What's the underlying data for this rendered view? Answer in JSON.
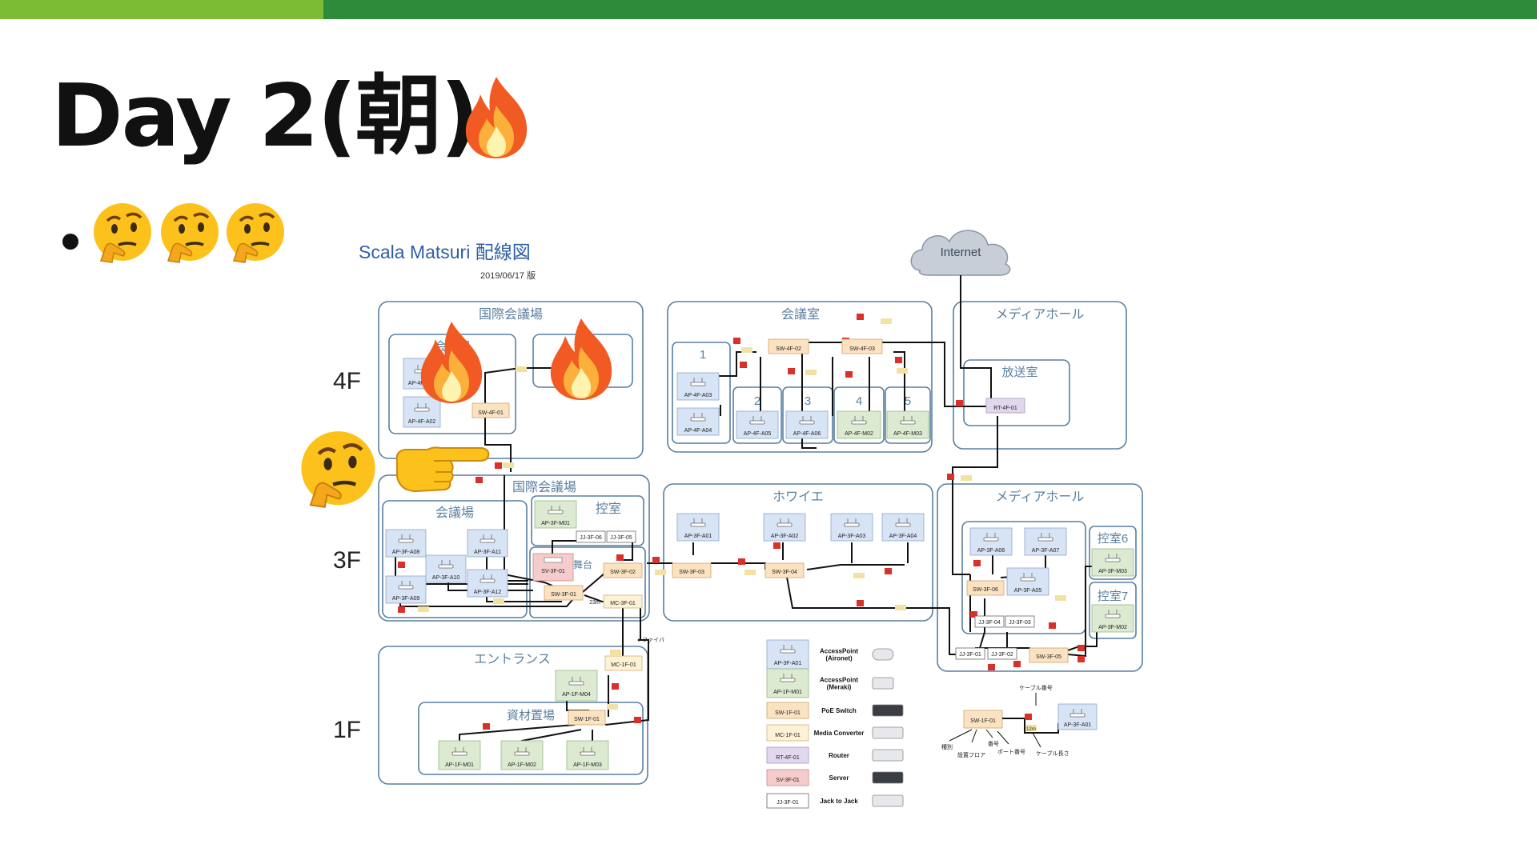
{
  "slide": {
    "title": "Day 2(朝)",
    "accent_light": "#7cbb34",
    "accent_dark": "#2e8b3a"
  },
  "decorations": {
    "title_icon": "fire-icon",
    "bullet_icons": [
      "thinking-face-icon",
      "thinking-face-icon",
      "thinking-face-icon"
    ],
    "overlay_icons": [
      "fire-icon",
      "fire-icon",
      "thinking-face-icon",
      "pointing-hand-icon"
    ]
  },
  "diagram": {
    "title": "Scala Matsuri 配線図",
    "date": "2019/06/17 版",
    "internet": "Internet",
    "floors": {
      "f4": "4F",
      "f3": "3F",
      "f1": "1F"
    },
    "rooms": {
      "kokusai4": "国際会議場",
      "kaigi4": "会議場",
      "kaigishitsu": "会議室",
      "media4": "メディアホール",
      "housou": "放送室",
      "kokusai3": "国際会議場",
      "hikae": "控室",
      "kaigi3": "会議場",
      "butai": "舞台",
      "foyer": "ホワイエ",
      "media3": "メディアホール",
      "hikae6": "控室6",
      "hikae7": "控室7",
      "entrance": "エントランス",
      "shizai": "資材置場",
      "r1": "1",
      "r2": "2",
      "r3": "3",
      "r4": "4",
      "r5": "5"
    },
    "devices": {
      "ap4f01": "AP-4F-A01",
      "ap4f02": "AP-4F-A02",
      "sw4f01": "SW-4F-01",
      "ap4f03": "AP-4F-A03",
      "ap4f04": "AP-4F-A04",
      "ap4f05": "AP-4F-A05",
      "ap4f06": "AP-4F-A06",
      "ap4fm02": "AP-4F-M02",
      "ap4fm03": "AP-4F-M03",
      "sw4f02": "SW-4F-02",
      "sw4f03": "SW-4F-03",
      "rt4f01": "RT-4F-01",
      "ap3f08": "AP-3F-A08",
      "ap3f09": "AP-3F-A09",
      "ap3f10": "AP-3F-A10",
      "ap3f11": "AP-3F-A11",
      "ap3f12": "AP-3F-A12",
      "ap3fm01": "AP-3F-M01",
      "jj3f06": "JJ-3F-06",
      "jj3f05": "JJ-3F-05",
      "sv3f01": "SV-3F-01",
      "sw3f01": "SW-3F-01",
      "sw3f02": "SW-3F-02",
      "mc3f01": "MC-3F-01",
      "ap3f01": "AP-3F-A01",
      "ap3f02": "AP-3F-A02",
      "ap3f03": "AP-3F-A03",
      "ap3f04": "AP-3F-A04",
      "sw3f03": "SW-3F-03",
      "sw3f04": "SW-3F-04",
      "ap3f06": "AP-3F-A06",
      "ap3f07": "AP-3F-A07",
      "ap3f05": "AP-3F-A05",
      "sw3f06": "SW-3F-06",
      "jj3f04": "JJ-3F-04",
      "jj3f03": "JJ-3F-03",
      "jj3f01": "JJ-3F-01",
      "jj3f02": "JJ-3F-02",
      "sw3f05": "SW-3F-05",
      "ap3fm03": "AP-3F-M03",
      "ap3fm02": "AP-3F-M02",
      "mc1f01": "MC-1F-01",
      "ap1fm04": "AP-1F-M04",
      "sw1f01": "SW-1F-01",
      "ap1fm01": "AP-1F-M01",
      "ap1fm02": "AP-1F-M02",
      "ap1fm03": "AP-1F-M03"
    },
    "fiber_note": "● ファイバ",
    "len_23m": "23m",
    "legend": [
      {
        "device": "AP-3F-A01",
        "label": "AccessPoint\n(Aironet)",
        "kind": "ap-aironet"
      },
      {
        "device": "AP-1F-M01",
        "label": "AccessPoint\n(Meraki)",
        "kind": "ap-meraki"
      },
      {
        "device": "SW-1F-01",
        "label": "PoE Switch",
        "kind": "poe-switch"
      },
      {
        "device": "MC-1F-01",
        "label": "Media Converter",
        "kind": "media-converter"
      },
      {
        "device": "RT-4F-01",
        "label": "Router",
        "kind": "router"
      },
      {
        "device": "SV-3F-01",
        "label": "Server",
        "kind": "server"
      },
      {
        "device": "JJ-3F-01",
        "label": "Jack to Jack",
        "kind": "jack"
      }
    ],
    "key": {
      "cable_no": "ケーブル番号",
      "sw": "SW-1F-01",
      "ap": "AP-3F-A01",
      "len": "12m",
      "kind": "種別",
      "floor": "設置フロア",
      "number": "番号",
      "port": "ポート番号",
      "cable_len": "ケーブル長さ"
    },
    "colors": {
      "room_border": "#5a7fa0",
      "ap_aironet": "#d7e4f5",
      "ap_meraki": "#dbead0",
      "switch": "#fbe3c2",
      "media_conv": "#fdf1d6",
      "router": "#e2d8ee",
      "server": "#f5cccc",
      "jack": "#ffffff",
      "cable_tag": "#d9302a"
    }
  }
}
